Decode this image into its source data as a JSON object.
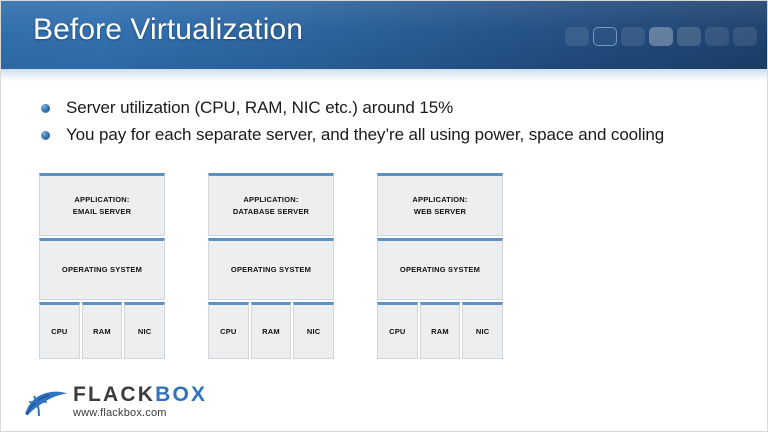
{
  "header": {
    "title": "Before Virtualization",
    "squares": [
      {
        "style": "plain"
      },
      {
        "style": "outlined"
      },
      {
        "style": "plain"
      },
      {
        "style": "bright"
      },
      {
        "style": "mid"
      },
      {
        "style": "plain"
      },
      {
        "style": "plain"
      }
    ],
    "colors": {
      "gradient_start": "#2e6cab",
      "gradient_end": "#1b3f6b"
    }
  },
  "bullets": [
    "Server utilization (CPU, RAM, NIC etc.) around 15%",
    "You pay for each separate server, and they’re all using power, space and cooling"
  ],
  "servers": [
    {
      "application_label": "APPLICATION:",
      "application_name": "EMAIL SERVER",
      "os_label": "OPERATING SYSTEM",
      "hardware": [
        "CPU",
        "RAM",
        "NIC"
      ]
    },
    {
      "application_label": "APPLICATION:",
      "application_name": "DATABASE SERVER",
      "os_label": "OPERATING SYSTEM",
      "hardware": [
        "CPU",
        "RAM",
        "NIC"
      ]
    },
    {
      "application_label": "APPLICATION:",
      "application_name": "WEB SERVER",
      "os_label": "OPERATING SYSTEM",
      "hardware": [
        "CPU",
        "RAM",
        "NIC"
      ]
    }
  ],
  "logo": {
    "word_first": "FLACK",
    "word_second": "BOX",
    "url": "www.flackbox.com",
    "accent_color": "#2f72c0"
  }
}
